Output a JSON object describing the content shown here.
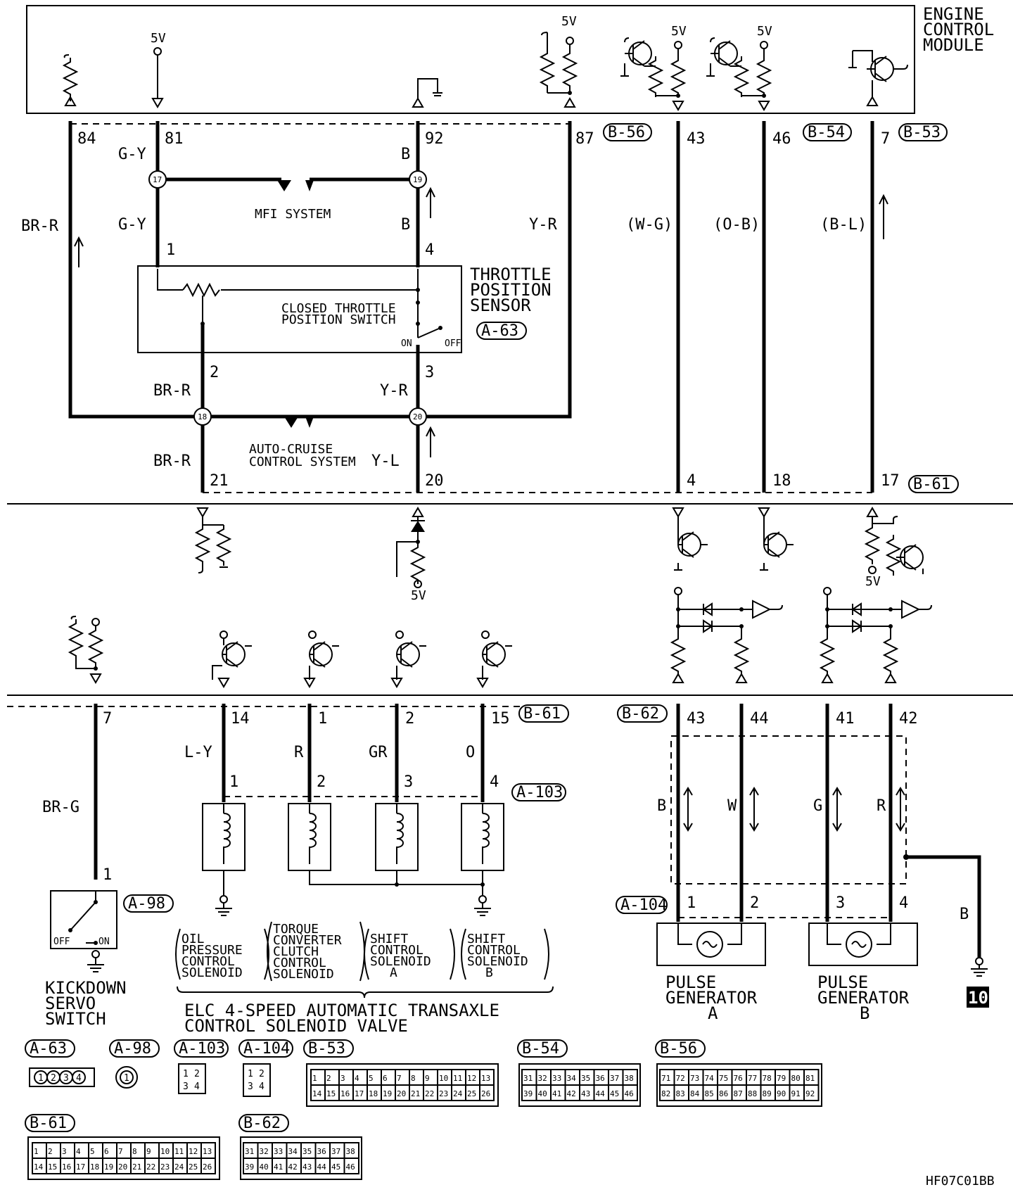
{
  "ecm": {
    "label_line1": "ENGINE",
    "label_line2": "CONTROL",
    "label_line3": "MODULE"
  },
  "voltage": "5V",
  "connectors": {
    "b56": "B-56",
    "b54": "B-54",
    "b53": "B-53",
    "b61": "B-61",
    "b62": "B-62",
    "a63": "A-63",
    "a98": "A-98",
    "a103": "A-103",
    "a104": "A-104"
  },
  "pins": {
    "p84": "84",
    "p81": "81",
    "p92": "92",
    "p87": "87",
    "p43": "43",
    "p46": "46",
    "p7": "7",
    "tps1": "1",
    "tps2": "2",
    "tps3": "3",
    "tps4": "4",
    "p21": "21",
    "p20": "20",
    "p4": "4",
    "p18": "18",
    "p17": "17",
    "kd7": "7",
    "s14": "14",
    "s1": "1",
    "s2": "2",
    "s15": "15",
    "c1": "1",
    "c2": "2",
    "c3": "3",
    "c4": "4",
    "kd1": "1",
    "g43": "43",
    "g44": "44",
    "g41": "41",
    "g42": "42",
    "pg1": "1",
    "pg2": "2",
    "pg3": "3",
    "pg4": "4"
  },
  "junctions": {
    "j17": "17",
    "j19": "19",
    "j18": "18",
    "j20": "20"
  },
  "wires": {
    "brr": "BR-R",
    "gy": "G-Y",
    "b": "B",
    "yr": "Y-R",
    "wg": "(W-G)",
    "ob": "(O-B)",
    "bl": "(B-L)",
    "yl": "Y-L",
    "brg": "BR-G",
    "ly": "L-Y",
    "r": "R",
    "gr": "GR",
    "o": "O",
    "w": "W",
    "g": "G"
  },
  "labels": {
    "mfi": "MFI SYSTEM",
    "tps1": "THROTTLE",
    "tps2": "POSITION",
    "tps3": "SENSOR",
    "ctps1": "CLOSED THROTTLE",
    "ctps2": "POSITION SWITCH",
    "on": "ON",
    "off": "OFF",
    "acc1": "AUTO-CRUISE",
    "acc2": "CONTROL SYSTEM",
    "kd1": "KICKDOWN",
    "kd2": "SERVO",
    "kd3": "SWITCH",
    "opc": [
      "OIL",
      "PRESSURE",
      "CONTROL",
      "SOLENOID"
    ],
    "tcc": [
      "TORQUE",
      "CONVERTER",
      "CLUTCH",
      "CONTROL",
      "SOLENOID"
    ],
    "sca": [
      "SHIFT",
      "CONTROL",
      "SOLENOID",
      "A"
    ],
    "scb": [
      "SHIFT",
      "CONTROL",
      "SOLENOID",
      "B"
    ],
    "elc1": "ELC 4-SPEED AUTOMATIC TRANSAXLE",
    "elc2": "CONTROL SOLENOID VALVE",
    "pga1": "PULSE",
    "pga2": "GENERATOR",
    "pga3": "A",
    "pgb1": "PULSE",
    "pgb2": "GENERATOR",
    "pgb3": "B",
    "ground_ref": "10",
    "figure_code": "HF07C01BB"
  },
  "connector_faces": {
    "a63": [
      "1",
      "2",
      "3",
      "4"
    ],
    "a98": [
      "1"
    ],
    "a103": [
      "1",
      "2",
      "3",
      "4"
    ],
    "a104": [
      "1",
      "2",
      "3",
      "4"
    ],
    "b53_top": [
      "1",
      "2",
      "3",
      "4",
      "5",
      "6",
      "7",
      "8",
      "9",
      "10",
      "11",
      "12",
      "13"
    ],
    "b53_bot": [
      "14",
      "15",
      "16",
      "17",
      "18",
      "19",
      "20",
      "21",
      "22",
      "23",
      "24",
      "25",
      "26"
    ],
    "b54_top": [
      "31",
      "32",
      "33",
      "34",
      "35",
      "36",
      "37",
      "38"
    ],
    "b54_bot": [
      "39",
      "40",
      "41",
      "42",
      "43",
      "44",
      "45",
      "46"
    ],
    "b56_top": [
      "71",
      "72",
      "73",
      "74",
      "75",
      "76",
      "77",
      "78",
      "79",
      "80",
      "81"
    ],
    "b56_bot": [
      "82",
      "83",
      "84",
      "85",
      "86",
      "87",
      "88",
      "89",
      "90",
      "91",
      "92"
    ],
    "b61_top": [
      "1",
      "2",
      "3",
      "4",
      "5",
      "6",
      "7",
      "8",
      "9",
      "10",
      "11",
      "12",
      "13"
    ],
    "b61_bot": [
      "14",
      "15",
      "16",
      "17",
      "18",
      "19",
      "20",
      "21",
      "22",
      "23",
      "24",
      "25",
      "26"
    ],
    "b62_top": [
      "31",
      "32",
      "33",
      "34",
      "35",
      "36",
      "37",
      "38"
    ],
    "b62_bot": [
      "39",
      "40",
      "41",
      "42",
      "43",
      "44",
      "45",
      "46"
    ]
  }
}
